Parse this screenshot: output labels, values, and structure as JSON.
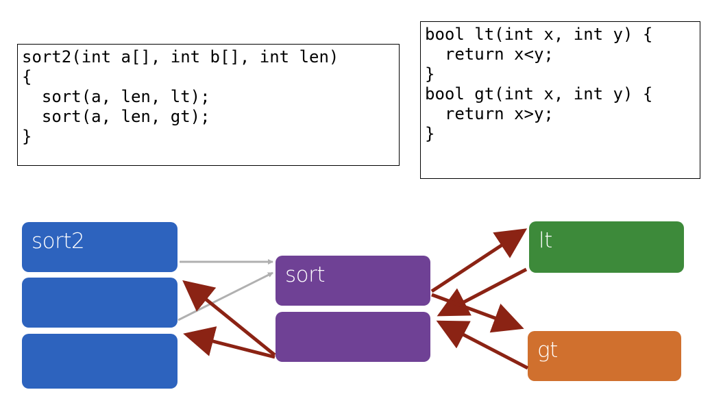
{
  "code": {
    "sort2": "sort2(int a[], int b[], int len)\n{\n  sort(a, len, lt);\n  sort(a, len, gt);\n}",
    "comparators": "bool lt(int x, int y) {\n  return x<y;\n}\nbool gt(int x, int y) {\n  return x>y;\n}"
  },
  "stack": {
    "sort2_label": "sort2",
    "sort_label": "sort",
    "lt_label": "lt",
    "gt_label": "gt"
  },
  "colors": {
    "sort2": "#2d63be",
    "sort": "#6f4195",
    "lt": "#3d8a3a",
    "gt": "#d0702e",
    "call_arrow": "#b0b0b0",
    "return_arrow": "#8b2314"
  }
}
